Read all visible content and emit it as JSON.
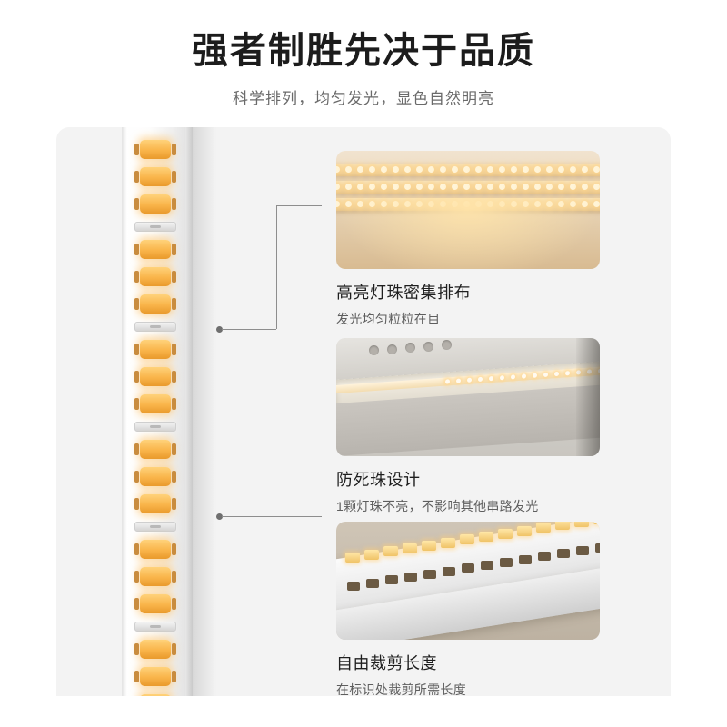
{
  "header": {
    "title": "强者制胜先决于品质",
    "subtitle": "科学排列，均匀发光，显色自然明亮"
  },
  "features": [
    {
      "id": "dense-beads",
      "title": "高亮灯珠密集排布",
      "desc": "发光均匀粒粒在目",
      "image_name": "warm-led-strip-rolls-photo"
    },
    {
      "id": "anti-dead-bead",
      "title": "防死珠设计",
      "desc": "1颗灯珠不亮，不影响其他串路发光",
      "image_name": "aluminium-channel-profile-photo"
    },
    {
      "id": "free-cut-length",
      "title": "自由裁剪长度",
      "desc": "在标识处裁剪所需长度",
      "image_name": "cuttable-led-strip-photo"
    }
  ],
  "product": {
    "strip_name": "led-strip-vertical",
    "panel_background": "#f3f3f3",
    "led_color": "#f9b44a",
    "accent_line_color": "#8d8d8d"
  }
}
